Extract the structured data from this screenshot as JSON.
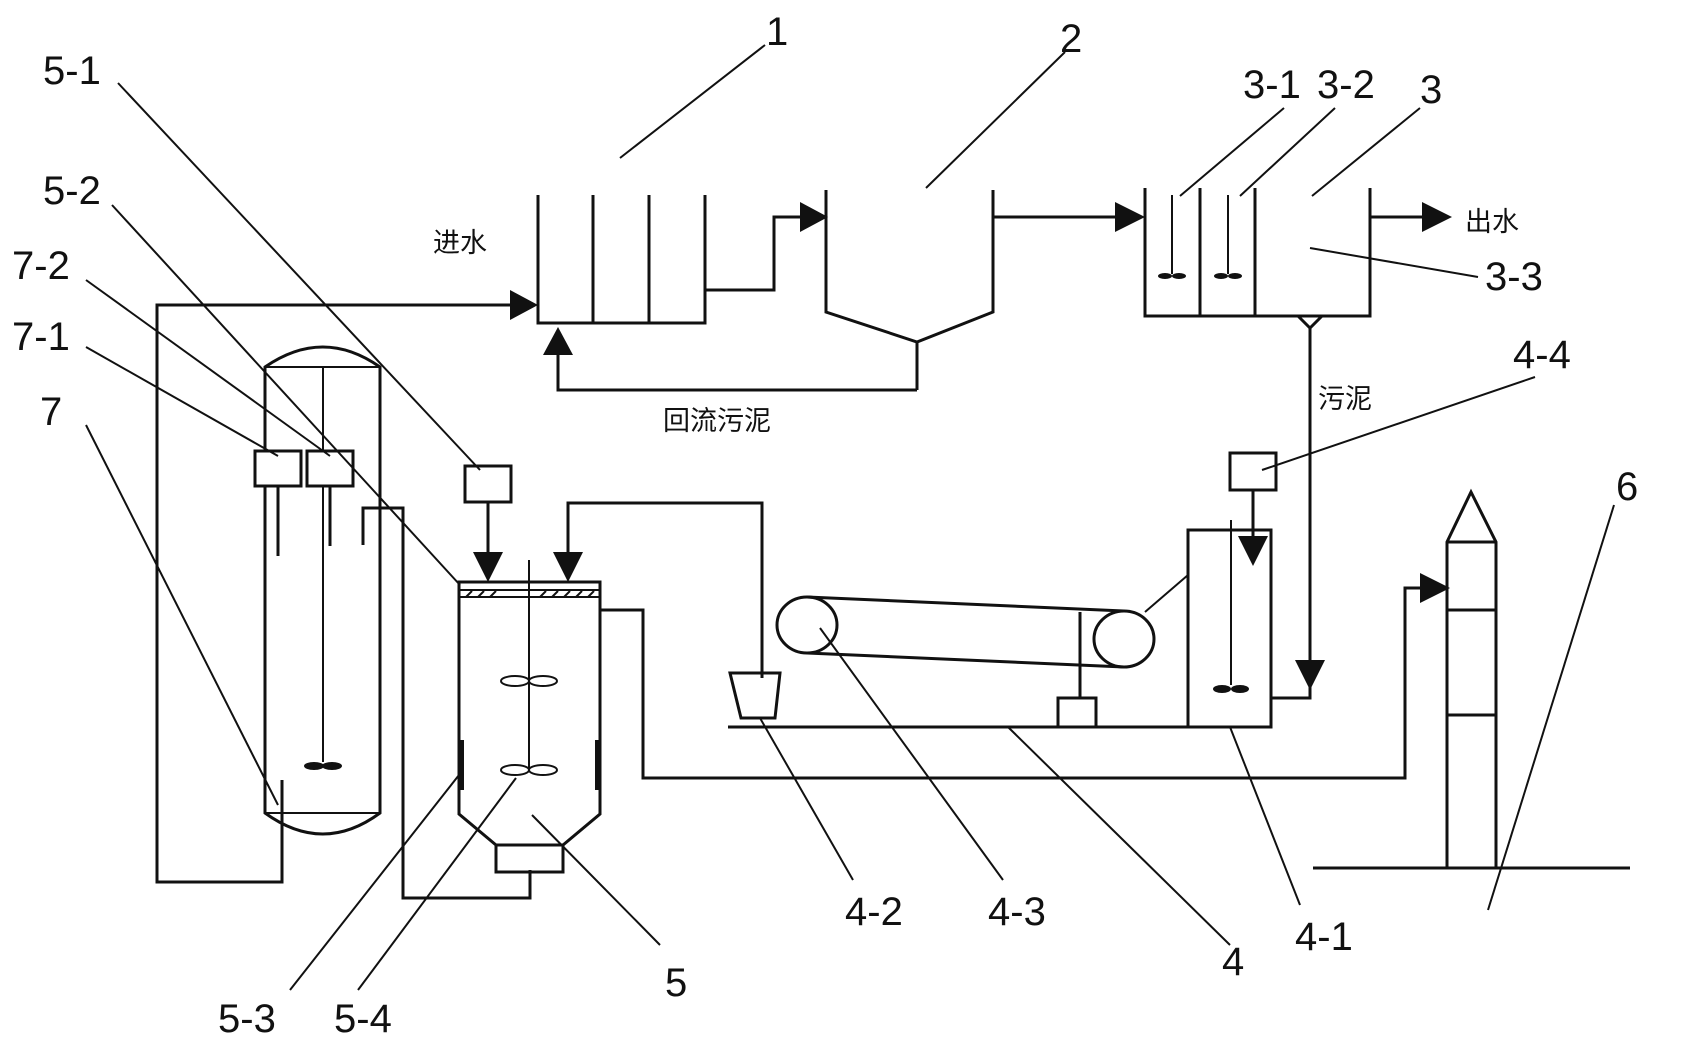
{
  "labels": {
    "n1": "1",
    "n2": "2",
    "n3": "3",
    "n3_1": "3-1",
    "n3_2": "3-2",
    "n3_3": "3-3",
    "n4": "4",
    "n4_1": "4-1",
    "n4_2": "4-2",
    "n4_3": "4-3",
    "n4_4": "4-4",
    "n5": "5",
    "n5_1": "5-1",
    "n5_2": "5-2",
    "n5_3": "5-3",
    "n5_4": "5-4",
    "n6": "6",
    "n7": "7",
    "n7_1": "7-1",
    "n7_2": "7-2"
  },
  "text": {
    "inlet": "进水",
    "outlet": "出水",
    "return_sludge": "回流污泥",
    "sludge": "污泥"
  }
}
